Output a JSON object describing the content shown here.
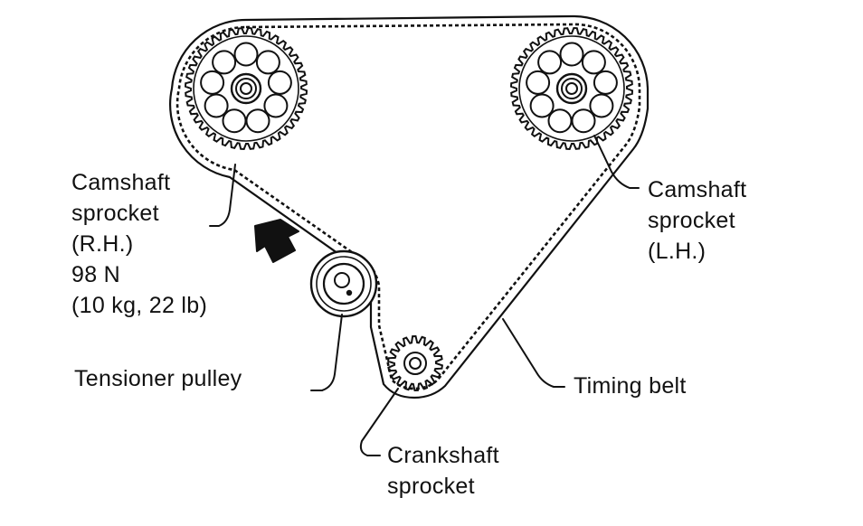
{
  "labels": {
    "camshaft_rh": {
      "line1": "Camshaft",
      "line2": "sprocket",
      "line3": "(R.H.)",
      "line4": "98 N",
      "line5": "(10 kg, 22 lb)"
    },
    "camshaft_lh": {
      "line1": "Camshaft",
      "line2": "sprocket",
      "line3": "(L.H.)"
    },
    "tensioner_pulley": "Tensioner pulley",
    "timing_belt": "Timing belt",
    "crankshaft": {
      "line1": "Crankshaft",
      "line2": "sprocket"
    }
  },
  "colors": {
    "ink": "#111111",
    "background": "#ffffff"
  }
}
